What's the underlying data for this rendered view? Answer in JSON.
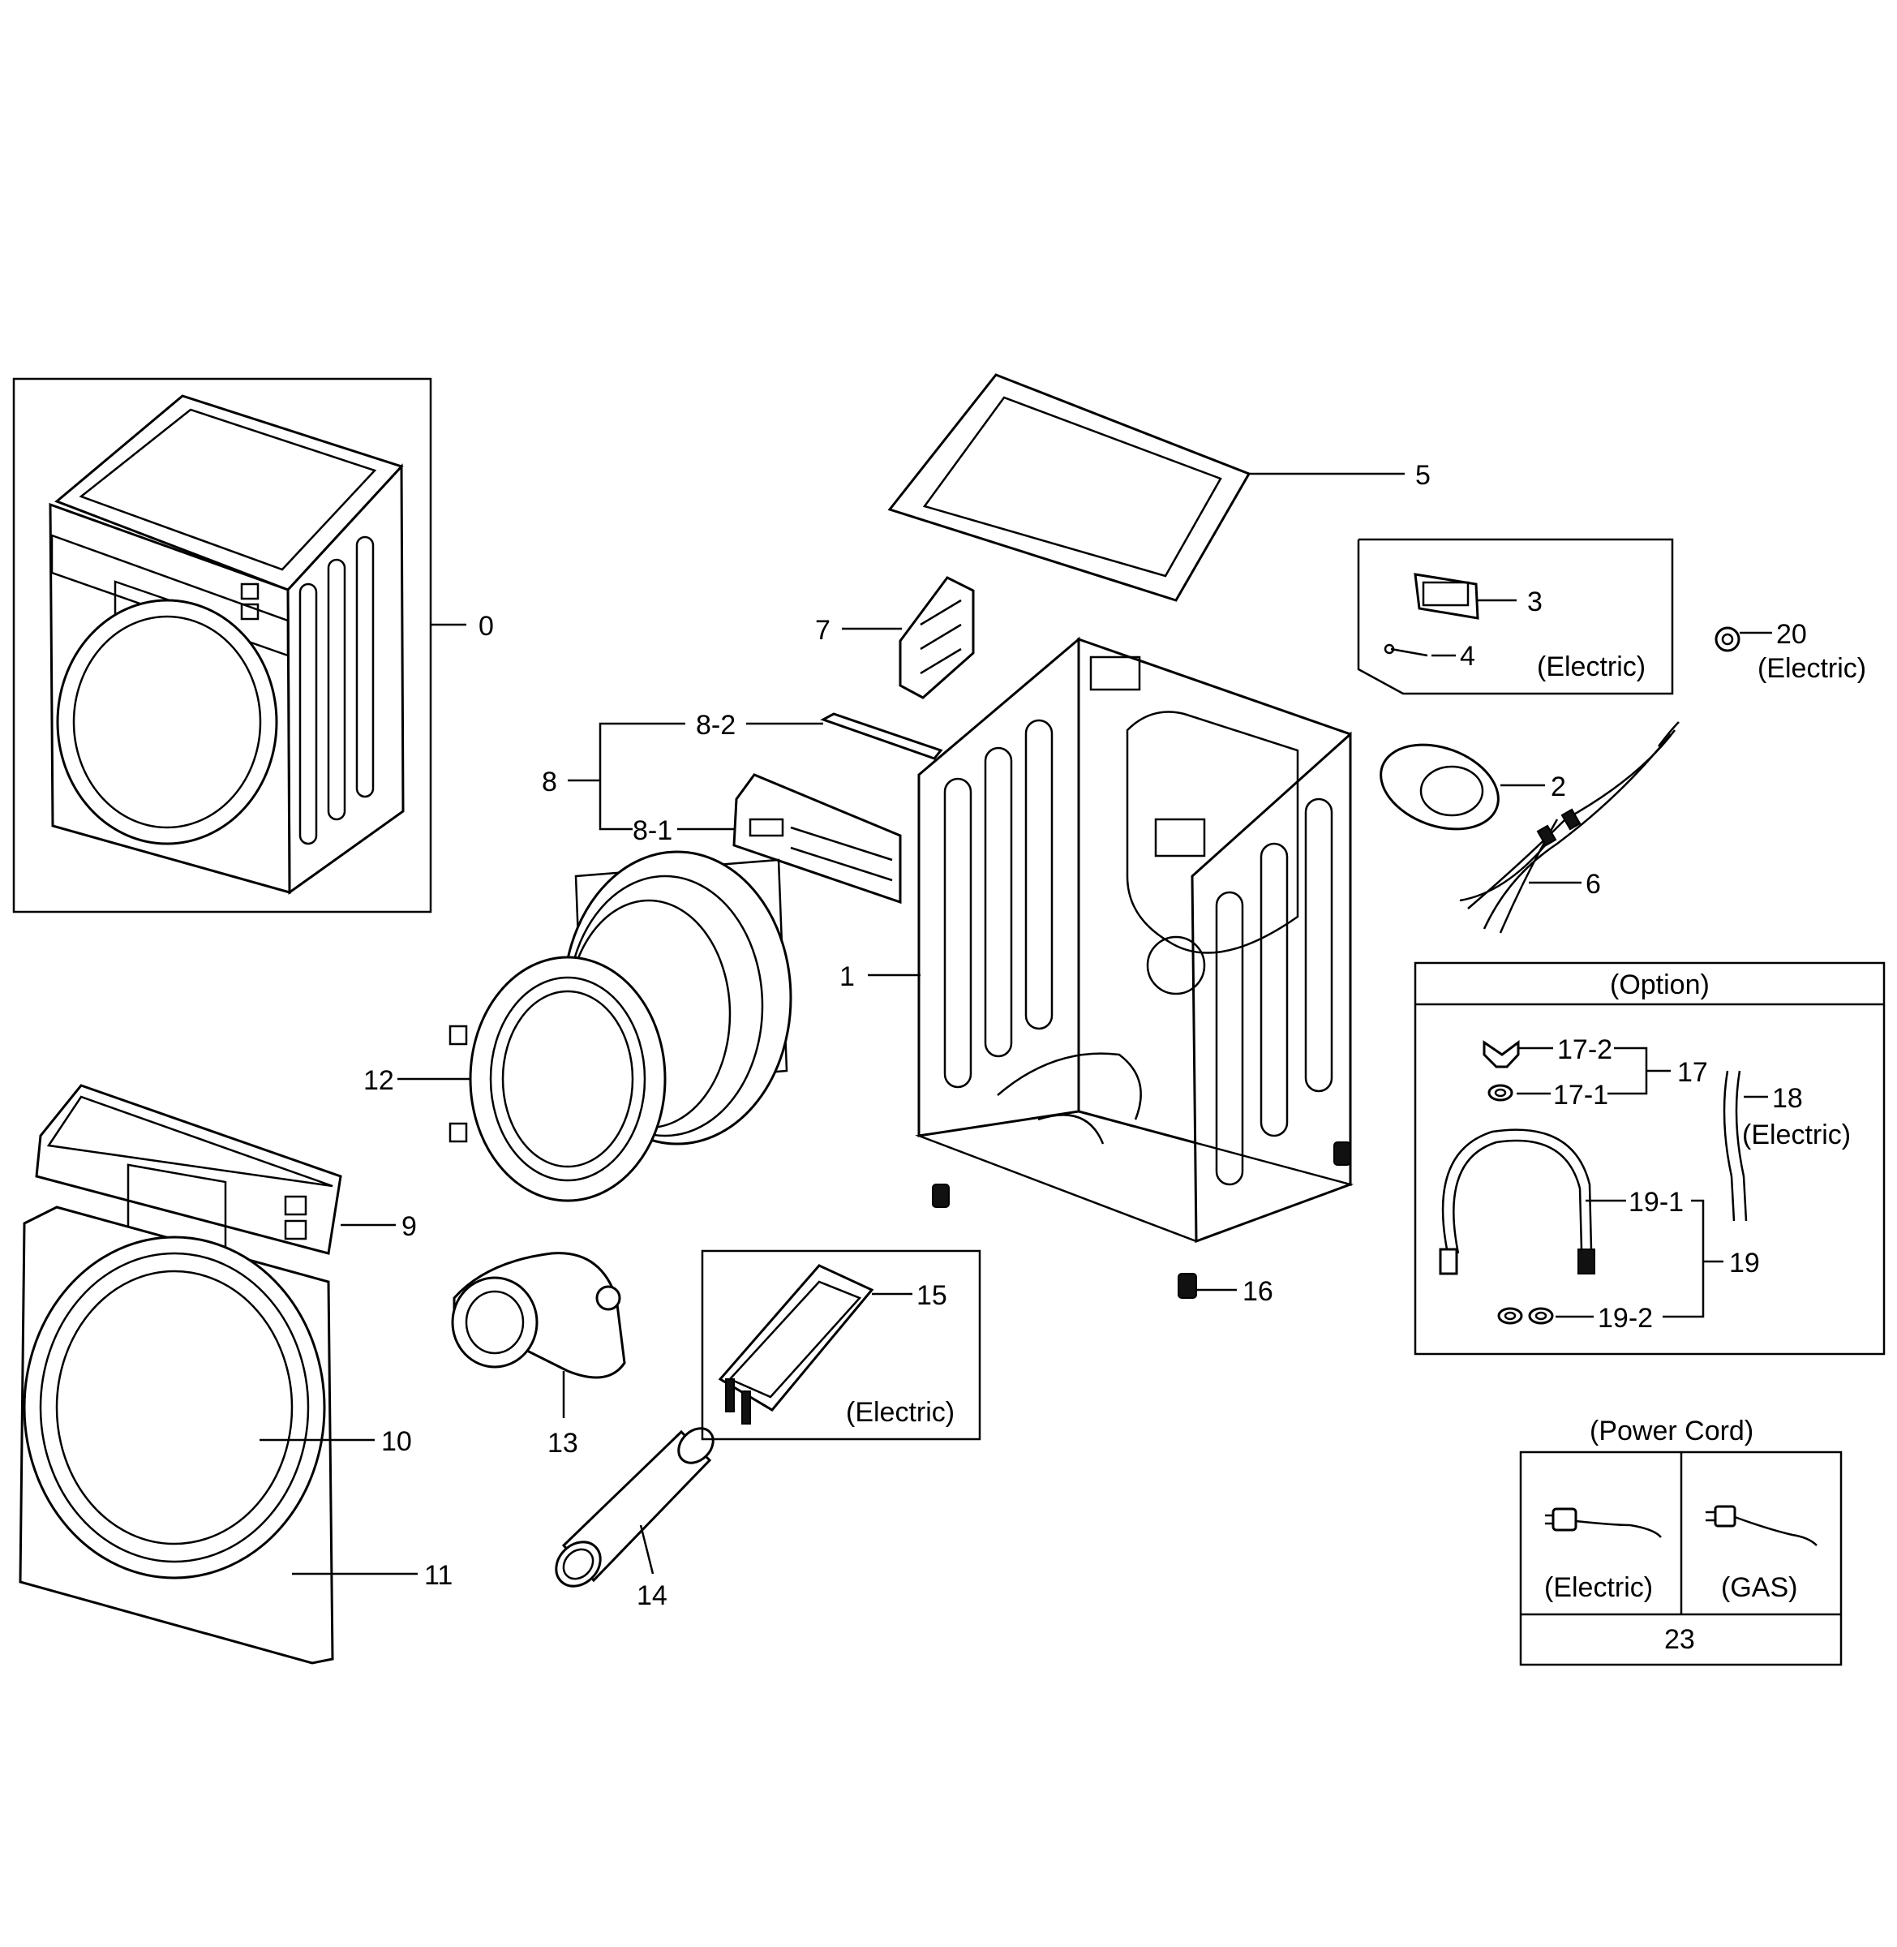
{
  "callouts": {
    "c0": "0",
    "c1": "1",
    "c2": "2",
    "c3": "3",
    "c4": "4",
    "c5": "5",
    "c6": "6",
    "c7": "7",
    "c8": "8",
    "c8_1": "8-1",
    "c8_2": "8-2",
    "c9": "9",
    "c10": "10",
    "c11": "11",
    "c12": "12",
    "c13": "13",
    "c14": "14",
    "c15": "15",
    "c16": "16",
    "c17": "17",
    "c17_1": "17-1",
    "c17_2": "17-2",
    "c18": "18",
    "c19": "19",
    "c19_1": "19-1",
    "c19_2": "19-2",
    "c20": "20",
    "c23": "23"
  },
  "notes": {
    "electric_3_4": "(Electric)",
    "electric_20": "(Electric)",
    "electric_15": "(Electric)",
    "electric_18": "(Electric)",
    "option_title": "(Option)",
    "power_cord_title": "(Power Cord)",
    "power_cord_electric": "(Electric)",
    "power_cord_gas": "(GAS)"
  }
}
